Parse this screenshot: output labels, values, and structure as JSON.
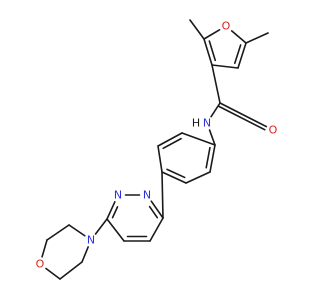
{
  "colors": {
    "background": "#ffffff",
    "bond": "#1a1a1a",
    "oxygen": "#e0201b",
    "nitrogen": "#2b31e0",
    "carbon": "#1a1a1a"
  },
  "atoms": [
    {
      "id": "O_furan",
      "label": "O",
      "element": "O"
    },
    {
      "id": "O_carbonyl",
      "label": "O",
      "element": "O"
    },
    {
      "id": "N_amide",
      "label": "N",
      "element": "N"
    },
    {
      "id": "H_amide",
      "label": "H",
      "element": "H"
    },
    {
      "id": "N_pyr1",
      "label": "N",
      "element": "N"
    },
    {
      "id": "N_pyr2",
      "label": "N",
      "element": "N"
    },
    {
      "id": "N_morph",
      "label": "N",
      "element": "N"
    },
    {
      "id": "O_morph",
      "label": "O",
      "element": "O"
    }
  ]
}
